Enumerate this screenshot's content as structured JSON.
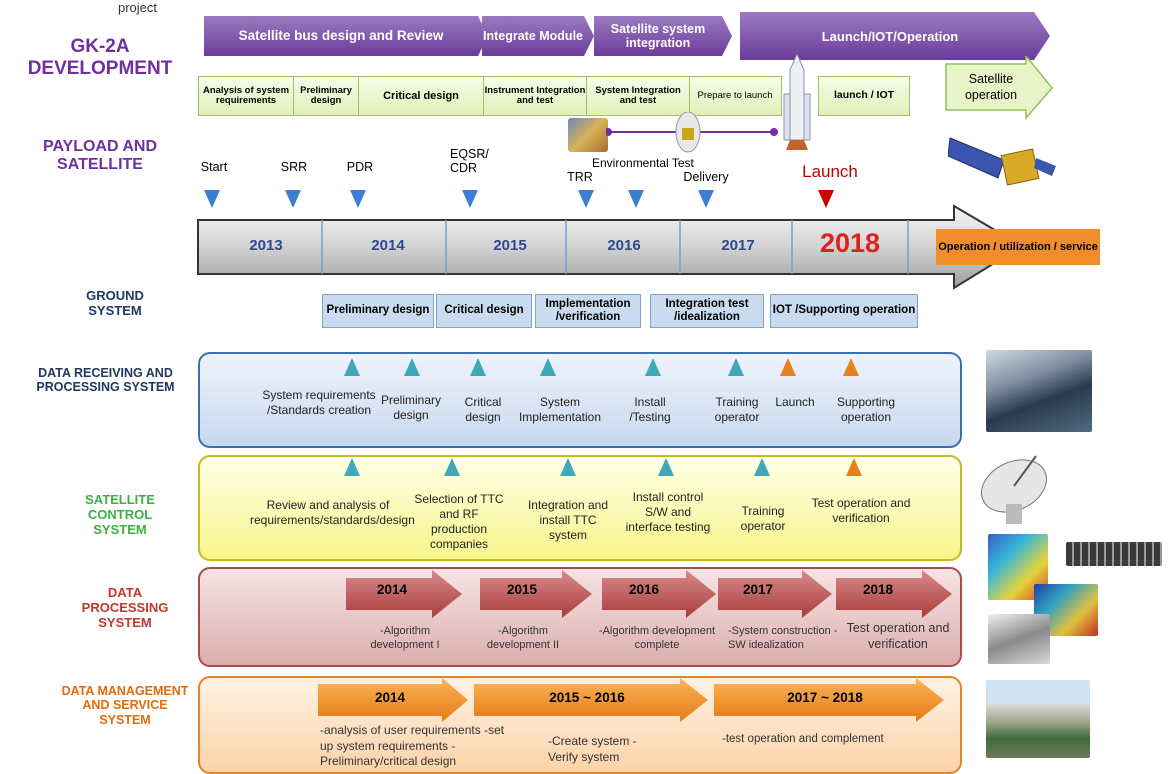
{
  "header_fragment": "project",
  "rows": {
    "gk2a": "GK-2A DEVELOPMENT",
    "payload": "PAYLOAD AND SATELLITE",
    "ground": "GROUND SYSTEM",
    "drp": "DATA RECEIVING AND PROCESSING SYSTEM",
    "scs": "SATELLITE CONTROL SYSTEM",
    "dps": "DATA PROCESSING SYSTEM",
    "dms": "DATA MANAGEMENT AND SERVICE SYSTEM"
  },
  "stages": [
    "Satellite bus design and Review",
    "Integrate Module",
    "Satellite system integration",
    "Launch/IOT/Operation"
  ],
  "phases": [
    "Analysis of system requirements",
    "Preliminary design",
    "Critical design",
    "Instrument Integration and test",
    "System Integration and test",
    "Prepare to launch",
    "launch / IOT",
    "Satellite operation"
  ],
  "env_test": "Environmental Test",
  "milestones": [
    "Start",
    "SRR",
    "PDR",
    "EQSR/ CDR",
    "TRR",
    "Delivery",
    "Launch"
  ],
  "years": [
    "2013",
    "2014",
    "2015",
    "2016",
    "2017",
    "2018"
  ],
  "operation_box": "Operation / utilization / service",
  "ground_phases": [
    "Preliminary design",
    "Critical design",
    "Implementation /verification",
    "Integration test /idealization",
    "IOT /Supporting operation"
  ],
  "drp_items": [
    "System requirements /Standards creation",
    "Preliminary design",
    "Critical design",
    "System Implementation",
    "Install /Testing",
    "Training operator",
    "Launch",
    "Supporting operation"
  ],
  "scs_items": [
    "Review and analysis of requirements/standards/design",
    "Selection of TTC and RF production companies",
    "Integration and install TTC system",
    "Install control S/W and interface testing",
    "Training operator",
    "Test operation and verification"
  ],
  "dps_years": [
    "2014",
    "2015",
    "2016",
    "2017",
    "2018"
  ],
  "dps_items": [
    "-Algorithm development I",
    "-Algorithm development II",
    "-Algorithm development complete",
    "-System construction -SW idealization",
    "Test operation and verification"
  ],
  "dms_periods": [
    "2014",
    "2015 ~ 2016",
    "2017 ~ 2018"
  ],
  "dms_items": [
    "-analysis of user requirements -set up system requirements -Preliminary/critical design",
    "-Create system -Verify system",
    "-test operation and complement"
  ],
  "colors": {
    "purple": "#7030a0",
    "panel_blue": "#dce6f4",
    "panel_yellow": "#ffff99",
    "panel_red": "#e8c4c4",
    "panel_orange": "#fde2c4",
    "launch_red": "#c00000"
  }
}
